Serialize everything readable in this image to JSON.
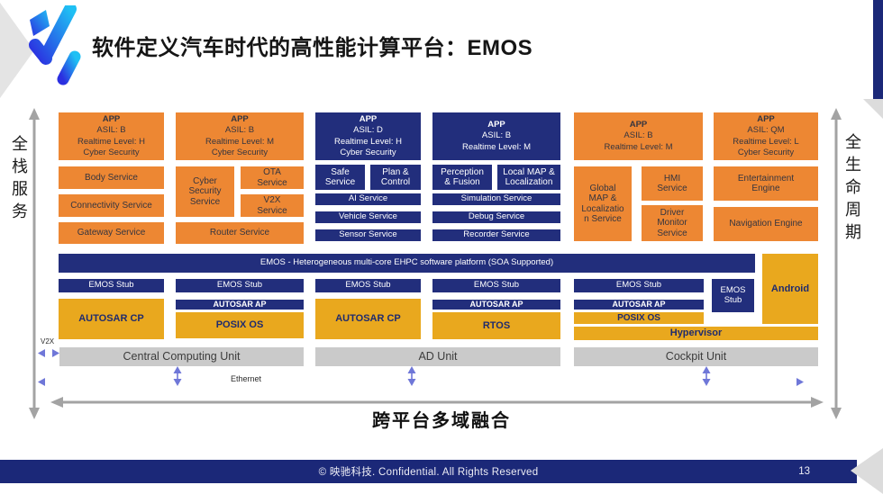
{
  "header": {
    "title": "软件定义汽车时代的高性能计算平台：EMOS"
  },
  "axes": {
    "left": "全栈服务",
    "right": "全生命周期",
    "bottom_caption": "跨平台多域融合"
  },
  "labels": {
    "v2x": "V2X",
    "ethernet": "Ethernet"
  },
  "colors": {
    "orange": "#ED8733",
    "navy": "#222E7C",
    "gold": "#E9A81E",
    "gray_bar": "#CACACA",
    "arrow_gray": "#A3A3A3",
    "arrow_purple": "#6F77D8",
    "footer_navy": "#1B2878"
  },
  "apps": {
    "c1": [
      "APP",
      "ASIL: B",
      "Realtime Level: H",
      "Cyber Security"
    ],
    "c2": [
      "APP",
      "ASIL: B",
      "Realtime Level: M",
      "Cyber Security"
    ],
    "c3": [
      "APP",
      "ASIL: D",
      "Realtime Level: H",
      "Cyber Security"
    ],
    "c4": [
      "APP",
      "ASIL: B",
      "Realtime Level: M"
    ],
    "c5": [
      "APP",
      "ASIL: B",
      "Realtime Level: M"
    ],
    "c6": [
      "APP",
      "ASIL: QM",
      "Realtime Level: L",
      "Cyber Security"
    ]
  },
  "services": {
    "body": "Body Service",
    "connectivity": "Connectivity Service",
    "gateway": "Gateway Service",
    "cyber_security": "Cyber Security Service",
    "ota": "OTA Service",
    "v2x": "V2X Service",
    "router": "Router Service",
    "safe": "Safe Service",
    "plan_control": "Plan & Control",
    "ai": "AI Service",
    "vehicle": "Vehicle Service",
    "sensor": "Sensor Service",
    "perception": "Perception & Fusion",
    "local_map": "Local MAP & Localization",
    "simulation": "Simulation Service",
    "debug": "Debug Service",
    "recorder": "Recorder Service",
    "global_map": "Global MAP & Localization Service",
    "hmi": "HMI Service",
    "driver_monitor": "Driver Monitor Service",
    "entertainment": "Entertainment Engine",
    "navigation": "Navigation Engine"
  },
  "platform": {
    "emos_bar": "EMOS - Heterogeneous multi-core EHPC software platform (SOA Supported)",
    "emos_stub": "EMOS Stub",
    "autosar_cp": "AUTOSAR CP",
    "autosar_ap": "AUTOSAR AP",
    "posix_os": "POSIX OS",
    "rtos": "RTOS",
    "android": "Android",
    "hypervisor": "Hypervisor"
  },
  "units": {
    "central": "Central Computing Unit",
    "ad": "AD Unit",
    "cockpit": "Cockpit Unit"
  },
  "footer": {
    "copyright": "© 映驰科技. Confidential. All Rights Reserved",
    "page": "13"
  }
}
